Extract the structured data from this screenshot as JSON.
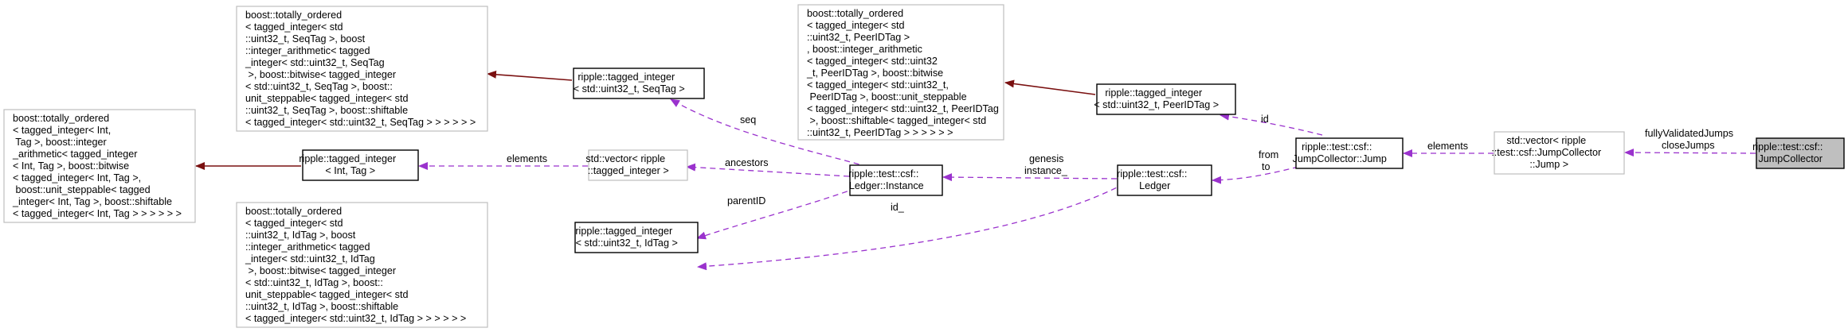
{
  "nodes": {
    "to_int": {
      "lines": [
        "boost::totally_ordered",
        "< tagged_integer< Int,",
        " Tag >, boost::integer",
        "_arithmetic< tagged_integer",
        "< Int, Tag >, boost::bitwise",
        "< tagged_integer< Int, Tag >,",
        " boost::unit_steppable< tagged",
        "_integer< Int, Tag >, boost::shiftable",
        "< tagged_integer< Int, Tag > > > > > >"
      ]
    },
    "to_seq": {
      "lines": [
        "boost::totally_ordered",
        "< tagged_integer< std",
        "::uint32_t, SeqTag >, boost",
        "::integer_arithmetic< tagged",
        "_integer< std::uint32_t, SeqTag",
        " >, boost::bitwise< tagged_integer",
        "< std::uint32_t, SeqTag >, boost::",
        "unit_steppable< tagged_integer< std",
        "::uint32_t, SeqTag >, boost::shiftable",
        "< tagged_integer< std::uint32_t, SeqTag > > > > > >"
      ]
    },
    "to_id": {
      "lines": [
        "boost::totally_ordered",
        "< tagged_integer< std",
        "::uint32_t, IdTag >, boost",
        "::integer_arithmetic< tagged",
        "_integer< std::uint32_t, IdTag",
        " >, boost::bitwise< tagged_integer",
        "< std::uint32_t, IdTag >, boost::",
        "unit_steppable< tagged_integer< std",
        "::uint32_t, IdTag >, boost::shiftable",
        "< tagged_integer< std::uint32_t, IdTag > > > > > >"
      ]
    },
    "to_peer": {
      "lines": [
        "boost::totally_ordered",
        "< tagged_integer< std",
        "::uint32_t, PeerIDTag >",
        ", boost::integer_arithmetic",
        "< tagged_integer< std::uint32",
        "_t, PeerIDTag >, boost::bitwise",
        "< tagged_integer< std::uint32_t,",
        " PeerIDTag >, boost::unit_steppable",
        "< tagged_integer< std::uint32_t, PeerIDTag",
        " >, boost::shiftable< tagged_integer< std",
        "::uint32_t, PeerIDTag > > > > > >"
      ]
    },
    "ti_int": {
      "lines": [
        "ripple::tagged_integer",
        "< Int, Tag >"
      ]
    },
    "ti_seq": {
      "lines": [
        "ripple::tagged_integer",
        "< std::uint32_t, SeqTag >"
      ]
    },
    "ti_id": {
      "lines": [
        "ripple::tagged_integer",
        "< std::uint32_t, IdTag >"
      ]
    },
    "ti_peer": {
      "lines": [
        "ripple::tagged_integer",
        "< std::uint32_t, PeerIDTag >"
      ]
    },
    "vec_ti": {
      "lines": [
        "std::vector< ripple",
        "::tagged_integer >"
      ]
    },
    "ledger_instance": {
      "lines": [
        "ripple::test::csf::",
        "Ledger::Instance"
      ]
    },
    "ledger": {
      "lines": [
        "ripple::test::csf::",
        "Ledger"
      ]
    },
    "jump": {
      "lines": [
        "ripple::test::csf::",
        "JumpCollector::Jump"
      ]
    },
    "vec_jump": {
      "lines": [
        "std::vector< ripple",
        "::test::csf::JumpCollector",
        "::Jump >"
      ]
    },
    "jumpcollector": {
      "lines": [
        "ripple::test::csf::",
        "JumpCollector"
      ]
    }
  },
  "edges": {
    "elements_1": "elements",
    "ancestors": "ancestors",
    "seq": "seq",
    "parentID": "parentID",
    "id_": "id_",
    "genesis_instance": [
      "genesis",
      "instance_"
    ],
    "from_to": [
      "from",
      "to"
    ],
    "id": "id",
    "elements_2": "elements",
    "fullyValidated_closeJumps": [
      "fullyValidatedJumps",
      "closeJumps"
    ]
  }
}
